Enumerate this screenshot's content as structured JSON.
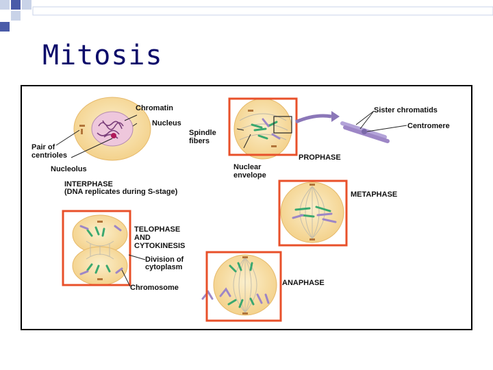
{
  "slide": {
    "title": "Mitosis"
  },
  "colors": {
    "title": "#0b0a6a",
    "highlight_box": "#e8502a",
    "cell_fill": "#f8e2a8",
    "chromosome_purple": "#9d86c6",
    "chromosome_green": "#3aa86f"
  },
  "labels": {
    "chromatin": "Chromatin",
    "nucleus": "Nucleus",
    "pair_of_centrioles_1": "Pair of",
    "pair_of_centrioles_2": "centrioles",
    "nucleolus": "Nucleolus",
    "interphase_1": "INTERPHASE",
    "interphase_2": "(DNA replicates during S-stage)",
    "spindle_fibers_1": "Spindle",
    "spindle_fibers_2": "fibers",
    "nuclear_envelope_1": "Nuclear",
    "nuclear_envelope_2": "envelope",
    "prophase": "PROPHASE",
    "sister_chromatids": "Sister chromatids",
    "centromere": "Centromere",
    "metaphase": "METAPHASE",
    "telophase_1": "TELOPHASE",
    "telophase_2": "AND",
    "telophase_3": "CYTOKINESIS",
    "division_1": "Division of",
    "division_2": "cytoplasm",
    "chromosome": "Chromosome",
    "anaphase": "ANAPHASE"
  }
}
